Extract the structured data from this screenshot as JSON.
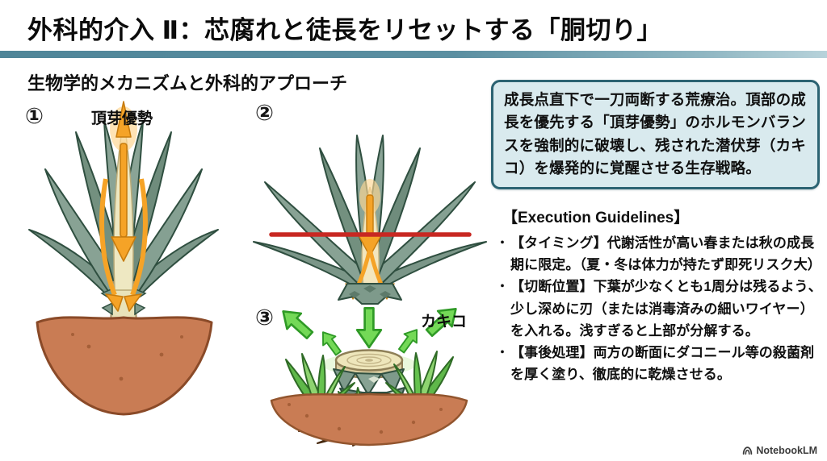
{
  "slide": {
    "title": "外科的介入 Ⅱ：芯腐れと徒長をリセットする「胴切り」",
    "section_heading": "生物学的メカニズムと外科的アプローチ"
  },
  "diagram": {
    "steps": [
      {
        "number": "①",
        "label": "頂芽優勢"
      },
      {
        "number": "②",
        "label": ""
      },
      {
        "number": "③",
        "label": "カキコ"
      }
    ]
  },
  "summary_box": {
    "text": "成長点直下で一刀両断する荒療治。頂部の成長を優先する「頂芽優勢」のホルモンバランスを強制的に破壊し、残された潜伏芽（カキコ）を爆発的に覚醒させる生存戦略。"
  },
  "guidelines": {
    "heading": "【Execution Guidelines】",
    "bullet_char": "・",
    "items": [
      "【タイミング】代謝活性が高い春または秋の成長期に限定。（夏・冬は体力が持たず即死リスク大）",
      "【切断位置】下葉が少なくとも1周分は残るよう、少し深めに刃（または消毒済みの細いワイヤー）を入れる。浅すぎると上部が分解する。",
      "【事後処理】両方の断面にダコニール等の殺菌剤を厚く塗り、徹底的に乾燥させる。"
    ]
  },
  "footer": {
    "brand": "NotebookLM"
  },
  "colors": {
    "rule_teal": "#5b8fa1",
    "box_background": "#d9eaee",
    "box_border": "#2c6372",
    "cut_line_red": "#c82822",
    "hormone_arrow_orange": "#f5a327",
    "growth_arrow_green": "#5ecf45",
    "leaf_green": "#7f9a8b",
    "soil_terracotta": "#c97c54"
  }
}
